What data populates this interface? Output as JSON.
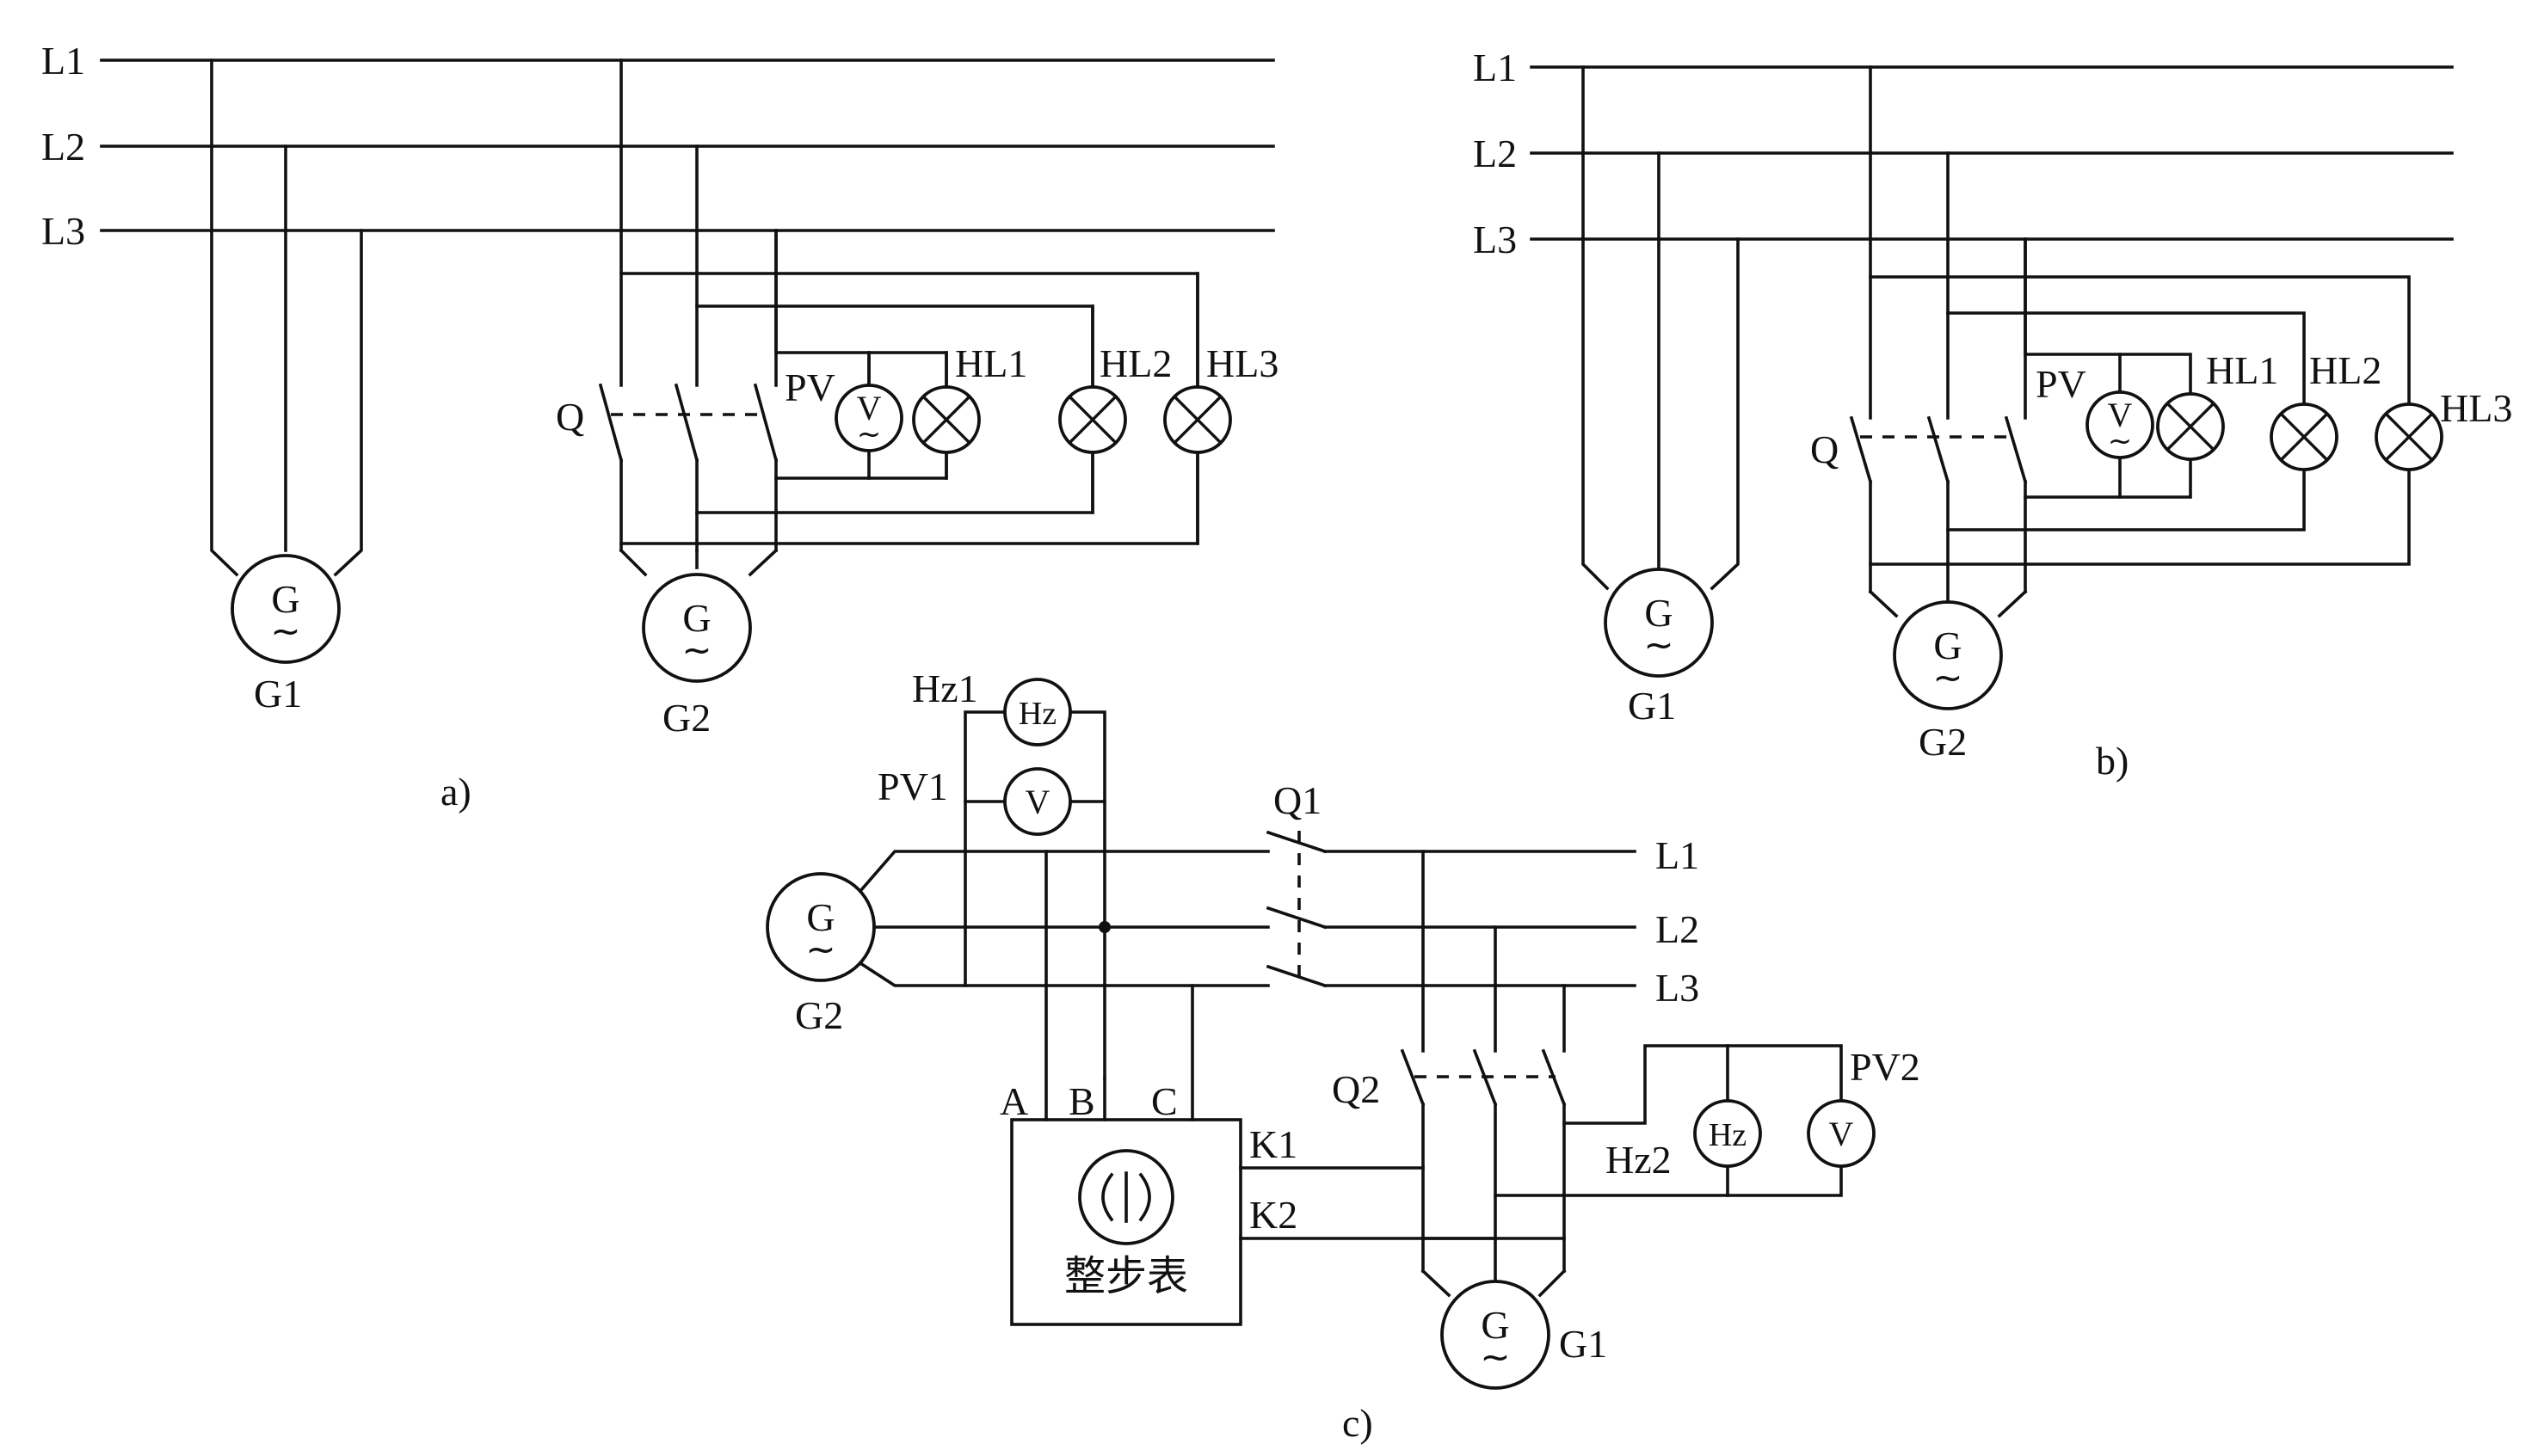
{
  "panels": {
    "a": {
      "caption": "a)",
      "bus": [
        "L1",
        "L2",
        "L3"
      ],
      "gen_left": {
        "symbol": "G",
        "label": "G1"
      },
      "gen_right": {
        "symbol": "G",
        "label": "G2"
      },
      "switch": "Q",
      "voltmeter": {
        "label": "PV",
        "symbol": "V"
      },
      "lamps": [
        "HL1",
        "HL2",
        "HL3"
      ]
    },
    "b": {
      "caption": "b)",
      "bus": [
        "L1",
        "L2",
        "L3"
      ],
      "gen_left": {
        "symbol": "G",
        "label": "G1"
      },
      "gen_right": {
        "symbol": "G",
        "label": "G2"
      },
      "switch": "Q",
      "voltmeter": {
        "label": "PV",
        "symbol": "V"
      },
      "lamps": [
        "HL1",
        "HL2",
        "HL3"
      ]
    },
    "c": {
      "caption": "c)",
      "bus": [
        "L1",
        "L2",
        "L3"
      ],
      "gen_g2": {
        "symbol": "G",
        "label": "G2"
      },
      "gen_g1": {
        "symbol": "G",
        "label": "G1"
      },
      "freq_meter_1": {
        "label": "Hz1",
        "symbol": "Hz"
      },
      "volt_meter_1": {
        "label": "PV1",
        "symbol": "V"
      },
      "freq_meter_2": {
        "label": "Hz2",
        "symbol": "Hz"
      },
      "volt_meter_2": {
        "label": "PV2",
        "symbol": "V"
      },
      "switch_q1": "Q1",
      "switch_q2": "Q2",
      "sync_terminals": [
        "A",
        "B",
        "C"
      ],
      "sync_k1": "K1",
      "sync_k2": "K2",
      "synchroscope": "整步表"
    }
  },
  "tilde": "~"
}
